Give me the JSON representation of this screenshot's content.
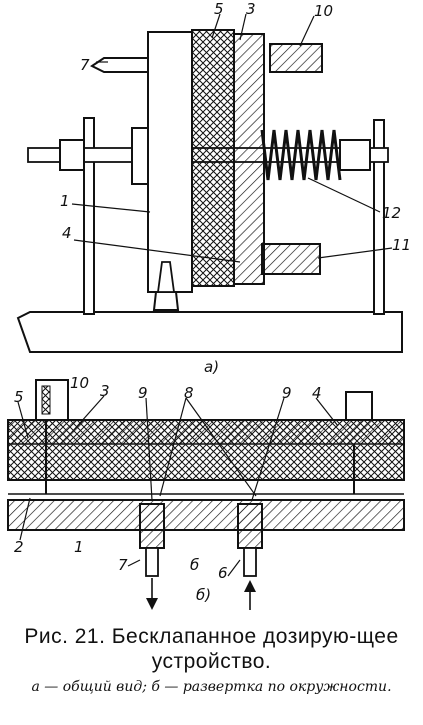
{
  "figure": {
    "part_a": {
      "labels": [
        "5",
        "3",
        "10",
        "7",
        "1",
        "4",
        "12",
        "11"
      ],
      "sublabel": "а)"
    },
    "part_b": {
      "labels": [
        "10",
        "5",
        "3",
        "9",
        "8",
        "9",
        "4",
        "2",
        "1",
        "7",
        "б",
        "6"
      ],
      "sublabel": "б)"
    }
  },
  "caption": {
    "title": "Рис. 21. Бесклапанное дозирую-щее устройство.",
    "subtitle": "а — общий вид; б — развертка по окружности."
  }
}
